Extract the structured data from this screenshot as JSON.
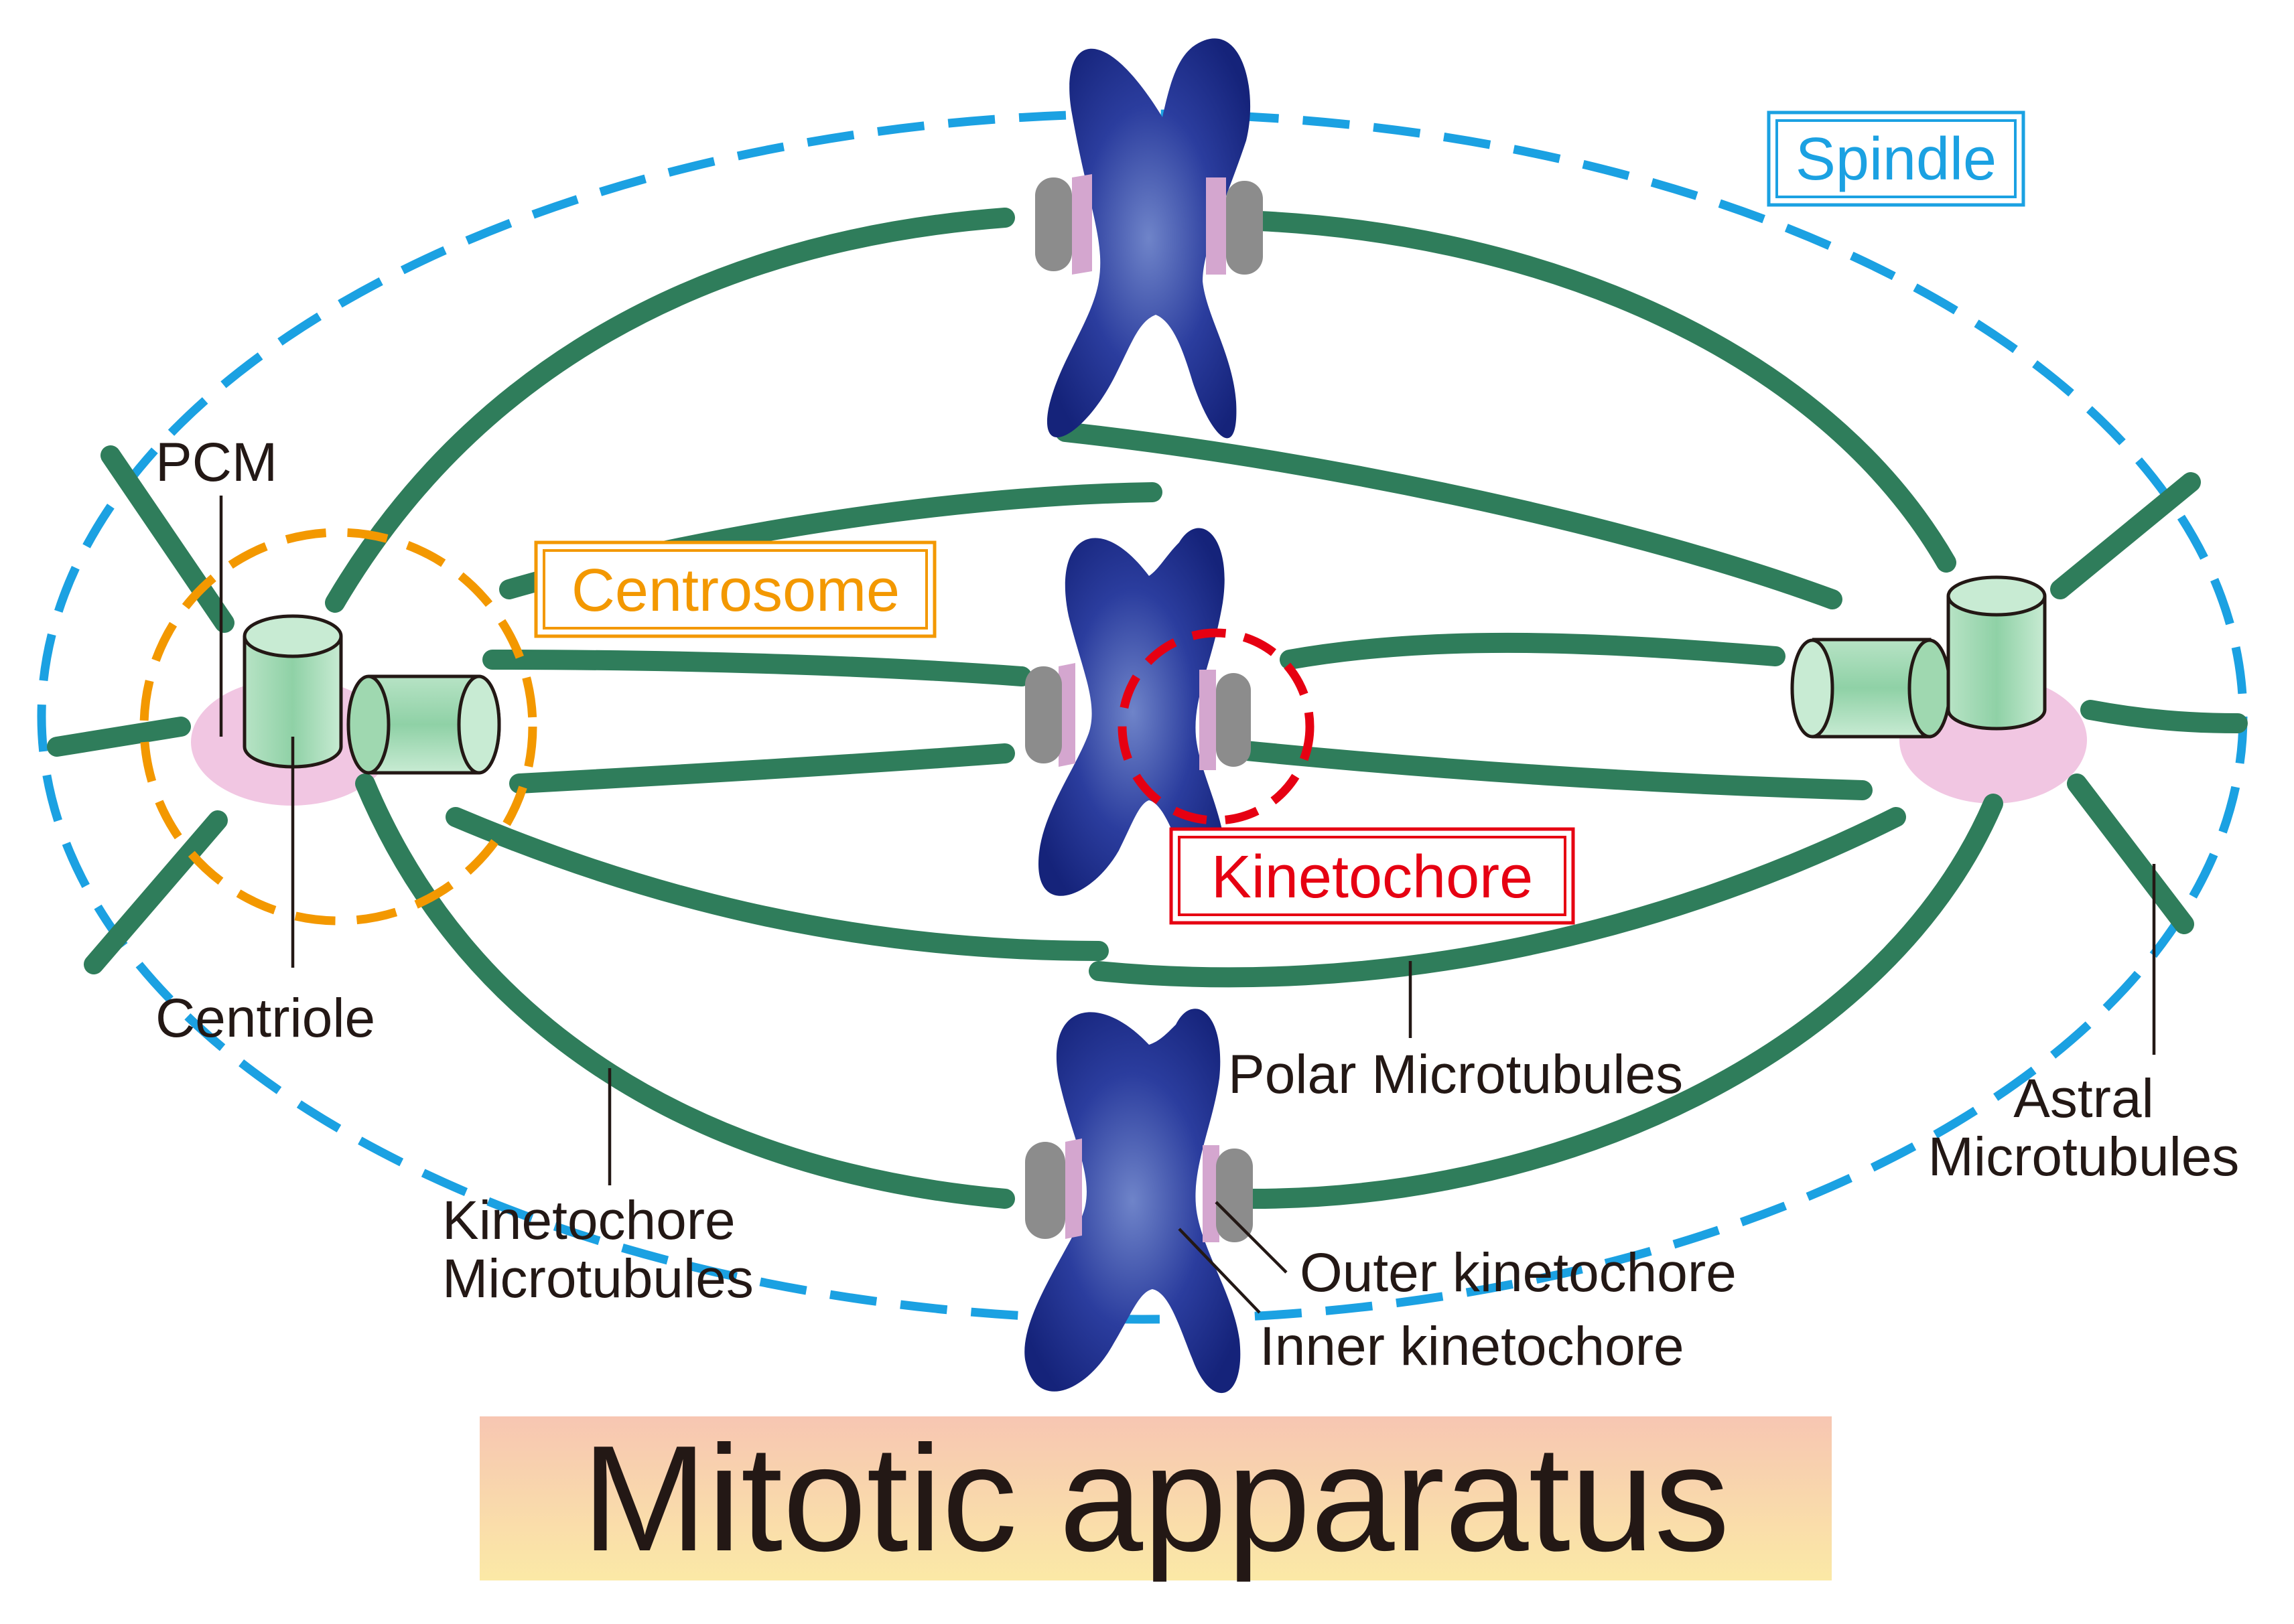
{
  "diagram": {
    "title": "Mitotic apparatus",
    "labels": {
      "spindle": "Spindle",
      "centrosome": "Centrosome",
      "kinetochore": "Kinetochore",
      "pcm": "PCM",
      "centriole": "Centriole",
      "polar_mt": "Polar Microtubules",
      "astral_mt_line1": "Astral",
      "astral_mt_line2": "Microtubules",
      "kinetochore_mt_line1": "Kinetochore",
      "kinetochore_mt_line2": "Microtubules",
      "outer_kinetochore": "Outer kinetochore",
      "inner_kinetochore": "Inner kinetochore"
    },
    "colors": {
      "spindle": "#1ba1e2",
      "centrosome": "#f39800",
      "kinetochore": "#e60012",
      "microtubule": "#2f7d5b",
      "chromosome": "#1f2f8f",
      "centriole": "#9fd8b0",
      "pcm": "#f1c6e2",
      "inner_kinetochore": "#d4a6cf",
      "outer_kinetochore": "#8c8c8c",
      "title_band_top": "#f7c6b2",
      "title_band_bottom": "#fbe9a6"
    }
  }
}
